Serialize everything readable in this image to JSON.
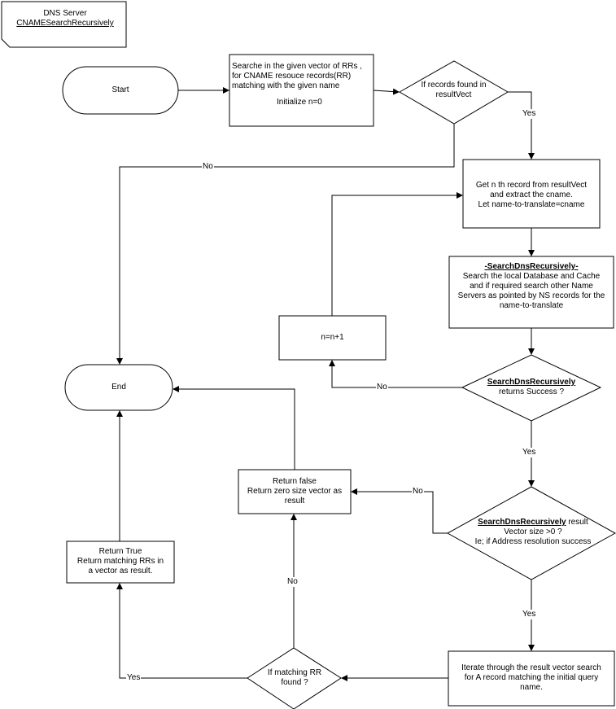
{
  "title_box": {
    "line1": "DNS Server",
    "line2": "CNAMESearchRecursively"
  },
  "nodes": {
    "start": "Start",
    "search_box": [
      "Searche in the given vector of RRs ,",
      "for CNAME resouce records(RR)",
      "matching with the given name",
      "",
      "Initialize n=0"
    ],
    "records_found": [
      "If  records found in",
      "resultVect"
    ],
    "get_record": [
      "Get n th record from resultVect",
      "and extract the cname.",
      "Let name-to-translate=cname"
    ],
    "search_dns": {
      "heading": "-SearchDnsRecursively-",
      "lines": [
        "Search the local Database and Cache",
        "and if required search other Name",
        "Servers as pointed by NS records for the",
        "name-to-translate"
      ]
    },
    "increment": "n=n+1",
    "end": "End",
    "returns_success": {
      "heading": "SearchDnsRecursively",
      "line": "returns Success ?"
    },
    "return_false": [
      "Return false",
      "Return zero size vector as",
      "result"
    ],
    "vector_size": {
      "heading": "SearchDnsRecursively",
      "heading_suffix": " result",
      "lines": [
        "Vector size >0  ?",
        "Ie; if Address resolution success"
      ]
    },
    "return_true": [
      "Return True",
      "Return matching RRs in",
      "a vector as result."
    ],
    "iterate": [
      "Iterate through the result vector search",
      "for A record  matching the initial query",
      "name."
    ],
    "matching_rr": [
      "If matching RR",
      "found ?"
    ]
  },
  "edge_labels": {
    "records_yes": "Yes",
    "records_no": "No",
    "success_no": "No",
    "success_yes": "Yes",
    "vector_no": "No",
    "vector_yes": "Yes",
    "match_no": "No",
    "match_yes": "Yes"
  }
}
